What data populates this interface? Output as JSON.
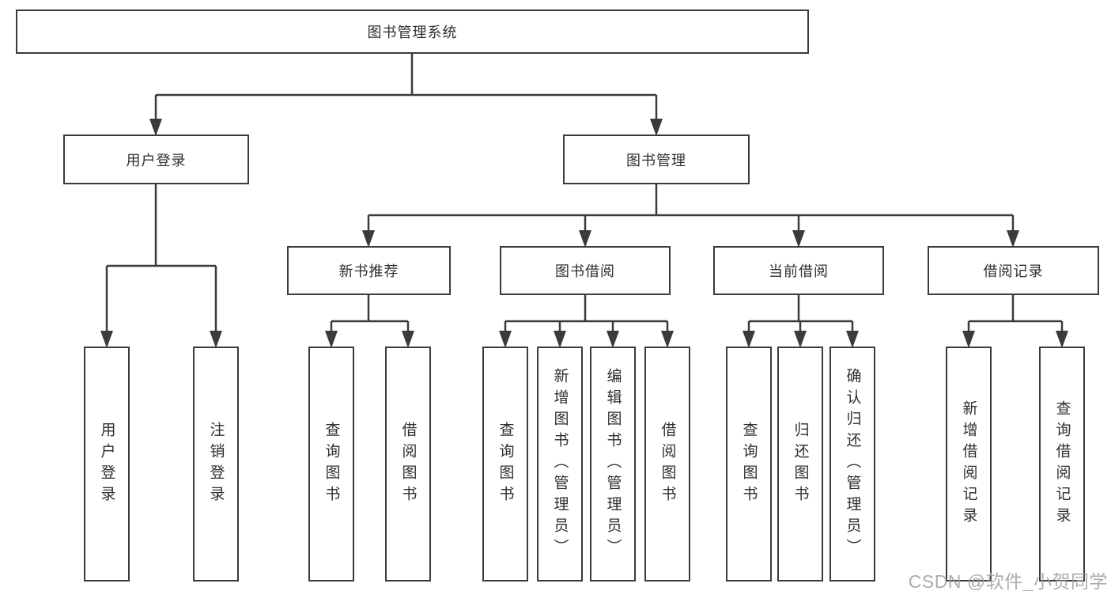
{
  "diagram": {
    "root": {
      "label": "图书管理系统"
    },
    "level2": [
      {
        "label": "用户登录"
      },
      {
        "label": "图书管理"
      }
    ],
    "level3": [
      {
        "label": "新书推荐"
      },
      {
        "label": "图书借阅"
      },
      {
        "label": "当前借阅"
      },
      {
        "label": "借阅记录"
      }
    ],
    "leaves": {
      "user_login": [
        {
          "label": "用户登录"
        },
        {
          "label": "注销登录"
        }
      ],
      "new_book": [
        {
          "label": "查询图书"
        },
        {
          "label": "借阅图书"
        }
      ],
      "book_borrow": [
        {
          "label": "查询图书"
        },
        {
          "label": "新增图书（管理员）"
        },
        {
          "label": "编辑图书（管理员）"
        },
        {
          "label": "借阅图书"
        }
      ],
      "current_borrow": [
        {
          "label": "查询图书"
        },
        {
          "label": "归还图书"
        },
        {
          "label": "确认归还（管理员）"
        }
      ],
      "borrow_record": [
        {
          "label": "新增借阅记录"
        },
        {
          "label": "查询借阅记录"
        }
      ]
    }
  },
  "watermark": {
    "text": "CSDN @软件_小贺同学"
  },
  "colors": {
    "line": "#3b3b3b",
    "box_border": "#3b3b3b",
    "text": "#2f2f2f",
    "background": "#ffffff",
    "watermark": "#9e9e9e"
  }
}
